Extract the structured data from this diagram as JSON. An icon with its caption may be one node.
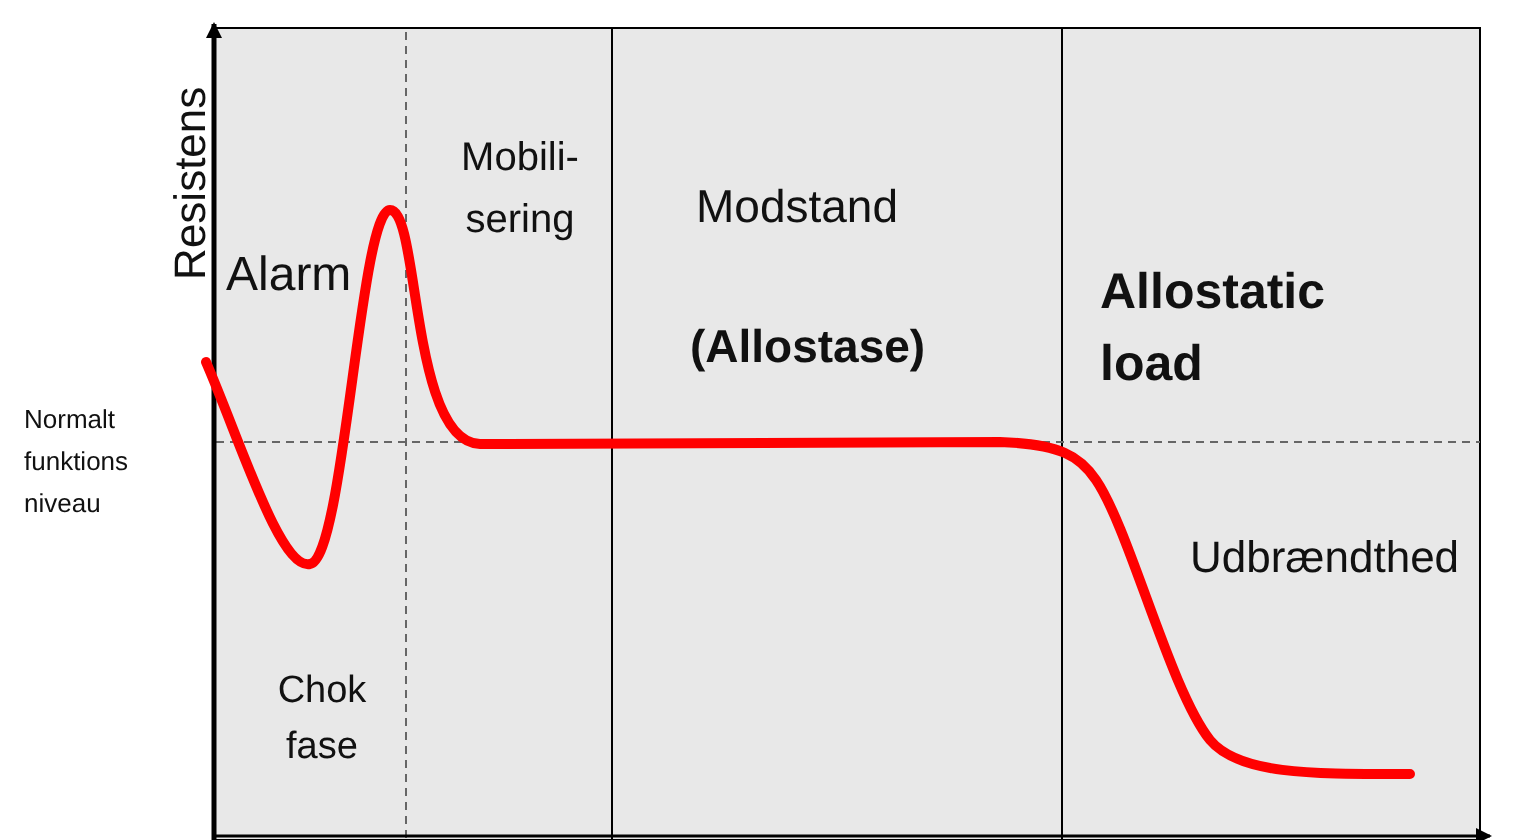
{
  "diagram": {
    "labels": [
      "Resistens",
      "Normalt funktions niveau",
      "Alarm",
      "Mobili- sering",
      "Modstand",
      "(Allostase)",
      "Allostatic load",
      "Udbrændthed",
      "Chok fase"
    ]
  }
}
